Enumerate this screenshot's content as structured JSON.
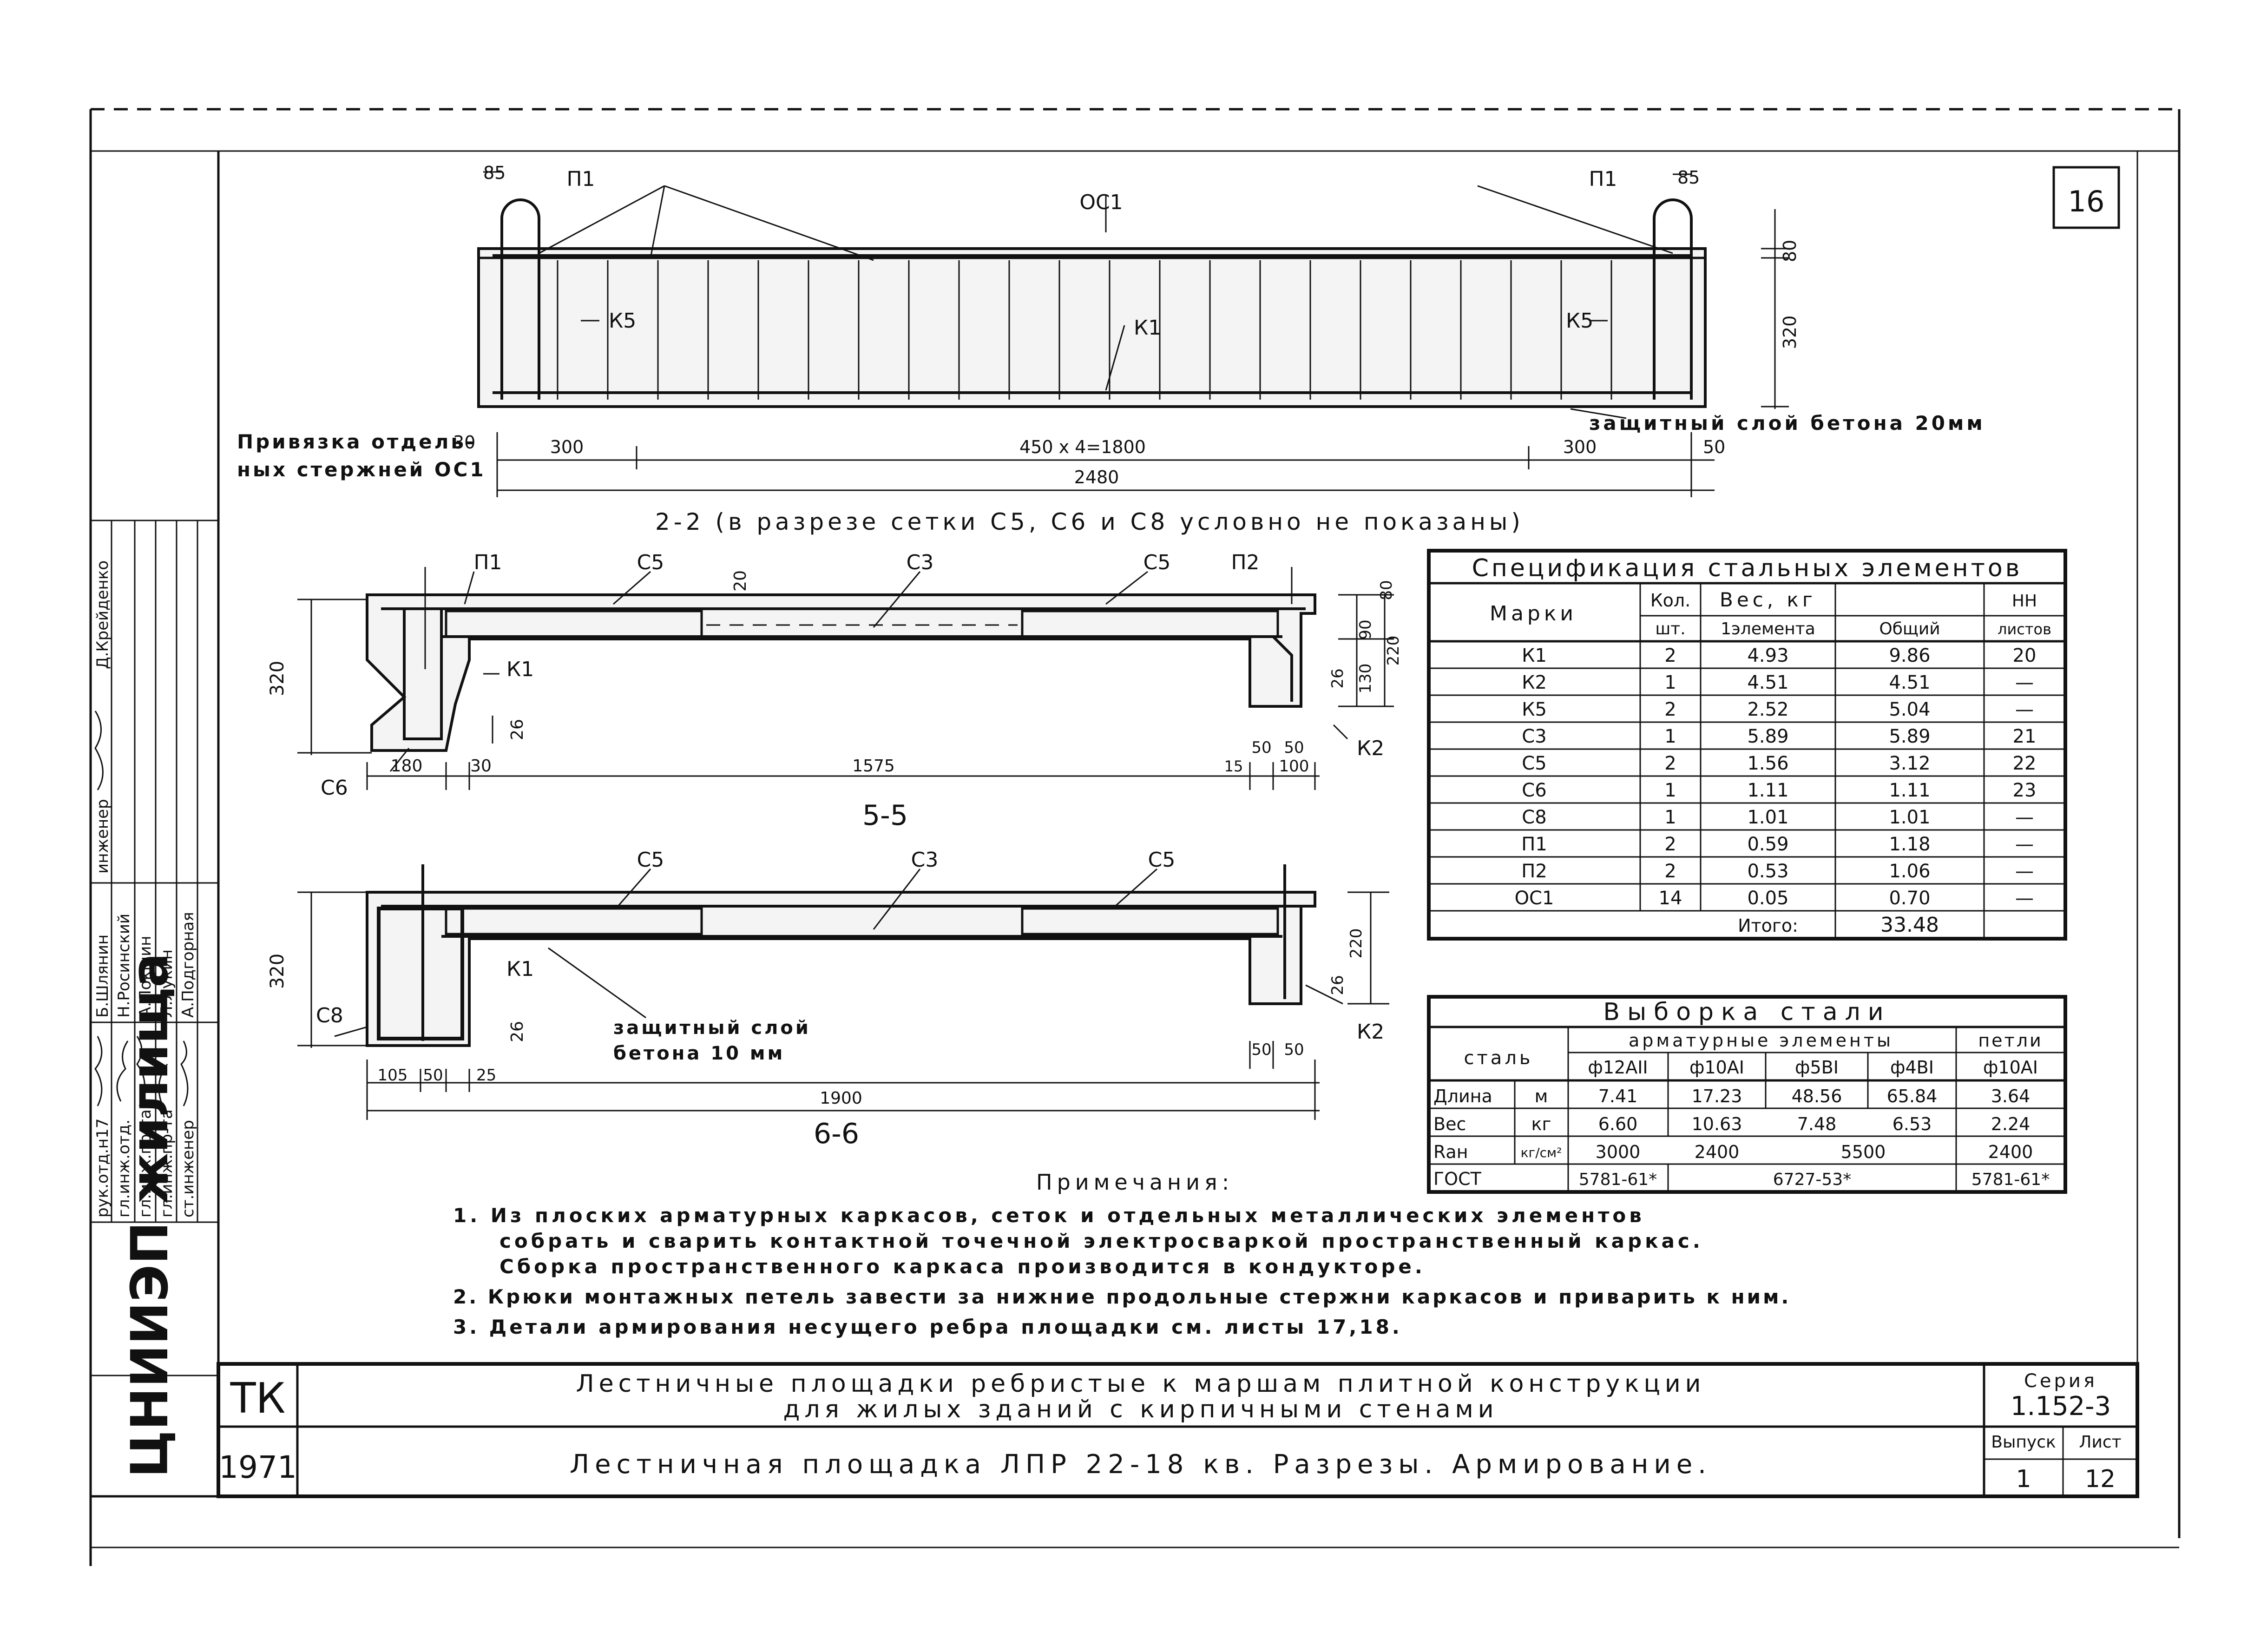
{
  "sheet": {
    "number": "16",
    "stamp_code": "ТК",
    "stamp_year": "1971",
    "title_line1": "Лестничные площадки ребристые к маршам плитной конструкции",
    "title_line2": "для жилых зданий с кирпичными стенами",
    "title_line3": "Лестничная площадка ЛПР 22-18 кв. Разрезы. Армирование.",
    "series_label": "Серия",
    "series_value": "1.152-3",
    "issue_label": "Выпуск",
    "issue_value": "1",
    "sheet_label": "Лист",
    "sheet_value": "12",
    "org_name": "ЦНИИЭП жилища"
  },
  "signatures": {
    "roles": [
      "рук.отд.н17",
      "гл.инж.отд.",
      "гл.инж.пр-та",
      "гл.инж.пр-та",
      "ст.инженер",
      "инженер"
    ],
    "names": [
      "Б.Шлянин",
      "Н.Росинский",
      "А.Локшин",
      "Л.Лукин",
      "А.Подгорная",
      "Д.Крейденко"
    ]
  },
  "section_main": {
    "labels": {
      "oc1": "ОС1",
      "p1_left": "П1",
      "p1_right": "П1",
      "k5_left": "К5",
      "k5_right": "К5",
      "k1": "К1"
    },
    "dims_top": {
      "left": "85",
      "right": "85"
    },
    "dims_right": {
      "top": "80",
      "bottom": "320"
    },
    "protective_layer": "защитный слой бетона 20мм",
    "anchor_note_1": "Привязка отдель-",
    "anchor_note_2": "ных стержней ОС1",
    "dims_bottom": {
      "d30": "30",
      "d300a": "300",
      "span": "450 x 4=1800",
      "d300b": "300",
      "d50": "50",
      "total": "2480"
    },
    "caption": "2-2  (в разрезе сетки С5, С6 и С8 условно не показаны)"
  },
  "section_55": {
    "labels": {
      "p1": "П1",
      "c5a": "С5",
      "c3": "С3",
      "c5b": "С5",
      "p2": "П2",
      "k1": "К1",
      "k2": "К2",
      "c6": "С6"
    },
    "dims": {
      "h320": "320",
      "d20": "20",
      "d26a": "26",
      "d180": "180",
      "d30": "30",
      "d1575": "1575",
      "d15": "15",
      "d50a": "50",
      "d50b": "50",
      "d100": "100",
      "d80": "80",
      "d90": "90",
      "d130": "130",
      "d220": "220",
      "d26b": "26"
    },
    "caption": "5-5"
  },
  "section_66": {
    "labels": {
      "c5a": "С5",
      "c3": "С3",
      "c5b": "С5",
      "k1": "К1",
      "k2": "К2",
      "c8": "С8"
    },
    "protective_layer_1": "защитный слой",
    "protective_layer_2": "бетона 10 мм",
    "dims": {
      "h320": "320",
      "d26a": "26",
      "d105": "105",
      "d50": "50",
      "d25": "25",
      "d1900": "1900",
      "d50a": "50",
      "d50b": "50",
      "d220": "220",
      "d26b": "26"
    },
    "caption": "6-6"
  },
  "spec_table": {
    "title": "Спецификация стальных элементов",
    "head": {
      "marks": "Марки",
      "qty": "Кол.",
      "qty_unit": "шт.",
      "weight": "Вес, кг",
      "w_unit": "1элемента",
      "w_total": "Общий",
      "sheets_no": "НН",
      "sheets": "листов"
    },
    "rows": [
      [
        "К1",
        "2",
        "4.93",
        "9.86",
        "20"
      ],
      [
        "К2",
        "1",
        "4.51",
        "4.51",
        "—"
      ],
      [
        "К5",
        "2",
        "2.52",
        "5.04",
        "—"
      ],
      [
        "С3",
        "1",
        "5.89",
        "5.89",
        "21"
      ],
      [
        "С5",
        "2",
        "1.56",
        "3.12",
        "22"
      ],
      [
        "С6",
        "1",
        "1.11",
        "1.11",
        "23"
      ],
      [
        "С8",
        "1",
        "1.01",
        "1.01",
        "—"
      ],
      [
        "П1",
        "2",
        "0.59",
        "1.18",
        "—"
      ],
      [
        "П2",
        "2",
        "0.53",
        "1.06",
        "—"
      ],
      [
        "ОС1",
        "14",
        "0.05",
        "0.70",
        "—"
      ]
    ],
    "total_label": "Итого:",
    "total_value": "33.48"
  },
  "steel_table": {
    "title": "Выборка стали",
    "steel": "сталь",
    "rebar_elements": "арматурные элементы",
    "loops": "петли",
    "cols": [
      "ф12АII",
      "ф10АI",
      "ф5ВI",
      "ф4ВI",
      "ф10АI"
    ],
    "rows": [
      {
        "name": "Длина",
        "unit": "м",
        "values": [
          "7.41",
          "17.23",
          "48.56",
          "65.84",
          "3.64"
        ]
      },
      {
        "name": "Вес",
        "unit": "кг",
        "values": [
          "6.60",
          "10.63",
          "7.48",
          "6.53",
          "2.24"
        ]
      },
      {
        "name": "Rан",
        "unit": "кг/см²",
        "values": [
          "3000",
          "2400",
          "5500",
          "2400"
        ]
      },
      {
        "name": "ГОСТ",
        "unit": "",
        "values": [
          "5781-61*",
          "6727-53*",
          "5781-61*"
        ]
      }
    ]
  },
  "notes": {
    "title": "Примечания:",
    "items": [
      "1. Из плоских арматурных каркасов, сеток и отдельных металлических элементов",
      "собрать и сварить контактной точечной электросваркой пространственный каркас.",
      "Сборка пространственного каркаса производится в кондукторе.",
      "2. Крюки монтажных петель завести за нижние продольные стержни каркасов и приварить к ним.",
      "3. Детали армирования несущего ребра площадки см. листы 17,18."
    ]
  }
}
